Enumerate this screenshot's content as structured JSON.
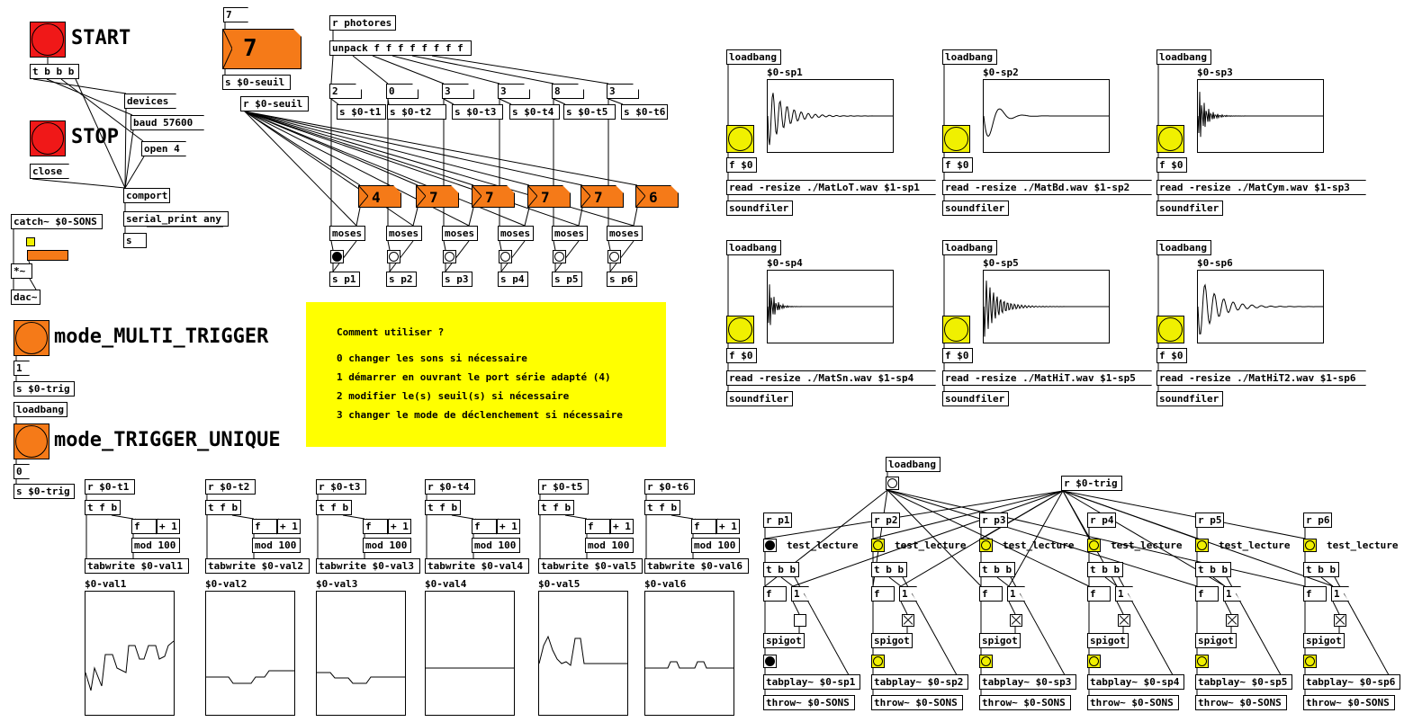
{
  "controls": {
    "start_label": "START",
    "stop_label": "STOP",
    "mode_multi_label": "mode_MULTI_TRIGGER",
    "mode_unique_label": "mode_TRIGGER_UNIQUE",
    "t_bbb": "t b b b",
    "devices": "devices",
    "baud": "baud 57600",
    "open": "open 4",
    "close": "close",
    "comport": "comport",
    "serial_print": "serial_print any",
    "s": "s",
    "catch": "catch~ $0-SONS",
    "mul": "*~",
    "dac": "dac~",
    "msg_one": "1",
    "msg_zero": "0",
    "s_trig_1": "s $0-trig",
    "s_trig_2": "s $0-trig",
    "loadbang_trig": "loadbang"
  },
  "threshold": {
    "msg_value": "7",
    "number_value": "7",
    "s_seuil": "s $0-seuil",
    "r_seuil": "r $0-seuil"
  },
  "photores": {
    "receive": "r photores",
    "unpack": "unpack f f f f f f f f",
    "values": [
      "2",
      "0",
      "3",
      "3",
      "8",
      "3"
    ],
    "sends": [
      "s $0-t1",
      "s $0-t2",
      "s $0-t3",
      "s $0-t4",
      "s $0-t5",
      "s $0-t6"
    ],
    "thresholds": [
      "4",
      "7",
      "7",
      "7",
      "7",
      "6"
    ],
    "moses": "moses",
    "sp": [
      "s p1",
      "s p2",
      "s p3",
      "s p4",
      "s p5",
      "s p6"
    ]
  },
  "help": {
    "title": "Comment utiliser ?",
    "line0": "0 changer les sons si nécessaire",
    "line1": "1 démarrer en ouvrant le port série adapté (4)",
    "line2": "2 modifier le(s) seuil(s) si nécessaire",
    "line3": "3 changer le mode de déclenchement si nécessaire"
  },
  "samples": [
    {
      "loadbang": "loadbang",
      "name": "$0-sp1",
      "f": "f $0",
      "read": "read -resize ./MatLoT.wav $1-sp1",
      "soundfiler": "soundfiler"
    },
    {
      "loadbang": "loadbang",
      "name": "$0-sp2",
      "f": "f $0",
      "read": "read -resize ./MatBd.wav $1-sp2",
      "soundfiler": "soundfiler"
    },
    {
      "loadbang": "loadbang",
      "name": "$0-sp3",
      "f": "f $0",
      "read": "read -resize ./MatCym.wav $1-sp3",
      "soundfiler": "soundfiler"
    },
    {
      "loadbang": "loadbang",
      "name": "$0-sp4",
      "f": "f $0",
      "read": "read -resize ./MatSn.wav $1-sp4",
      "soundfiler": "soundfiler"
    },
    {
      "loadbang": "loadbang",
      "name": "$0-sp5",
      "f": "f $0",
      "read": "read -resize ./MatHiT.wav $1-sp5",
      "soundfiler": "soundfiler"
    },
    {
      "loadbang": "loadbang",
      "name": "$0-sp6",
      "f": "f $0",
      "read": "read -resize ./MatHiT2.wav $1-sp6",
      "soundfiler": "soundfiler"
    }
  ],
  "graphs": [
    {
      "r": "r $0-t1",
      "tfb": "t f b",
      "f": "f",
      "plus": "+ 1",
      "mod": "mod 100",
      "tabwrite": "tabwrite $0-val1",
      "name": "$0-val1"
    },
    {
      "r": "r $0-t2",
      "tfb": "t f b",
      "f": "f",
      "plus": "+ 1",
      "mod": "mod 100",
      "tabwrite": "tabwrite $0-val2",
      "name": "$0-val2"
    },
    {
      "r": "r $0-t3",
      "tfb": "t f b",
      "f": "f",
      "plus": "+ 1",
      "mod": "mod 100",
      "tabwrite": "tabwrite $0-val3",
      "name": "$0-val3"
    },
    {
      "r": "r $0-t4",
      "tfb": "t f b",
      "f": "f",
      "plus": "+ 1",
      "mod": "mod 100",
      "tabwrite": "tabwrite $0-val4",
      "name": "$0-val4"
    },
    {
      "r": "r $0-t5",
      "tfb": "t f b",
      "f": "f",
      "plus": "+ 1",
      "mod": "mod 100",
      "tabwrite": "tabwrite $0-val5",
      "name": "$0-val5"
    },
    {
      "r": "r $0-t6",
      "tfb": "t f b",
      "f": "f",
      "plus": "+ 1",
      "mod": "mod 100",
      "tabwrite": "tabwrite $0-val6",
      "name": "$0-val6"
    }
  ],
  "players": {
    "loadbang": "loadbang",
    "r_trig": "r $0-trig",
    "items": [
      {
        "r": "r p1",
        "test": "test_lecture",
        "tbb": "t b b",
        "f": "f",
        "one": "1",
        "spigot": "spigot",
        "tabplay": "tabplay~ $0-sp1",
        "throw": "throw~ $0-SONS"
      },
      {
        "r": "r p2",
        "test": "test_lecture",
        "tbb": "t b b",
        "f": "f",
        "one": "1",
        "spigot": "spigot",
        "tabplay": "tabplay~ $0-sp2",
        "throw": "throw~ $0-SONS"
      },
      {
        "r": "r p3",
        "test": "test_lecture",
        "tbb": "t b b",
        "f": "f",
        "one": "1",
        "spigot": "spigot",
        "tabplay": "tabplay~ $0-sp3",
        "throw": "throw~ $0-SONS"
      },
      {
        "r": "r p4",
        "test": "test_lecture",
        "tbb": "t b b",
        "f": "f",
        "one": "1",
        "spigot": "spigot",
        "tabplay": "tabplay~ $0-sp4",
        "throw": "throw~ $0-SONS"
      },
      {
        "r": "r p5",
        "test": "test_lecture",
        "tbb": "t b b",
        "f": "f",
        "one": "1",
        "spigot": "spigot",
        "tabplay": "tabplay~ $0-sp5",
        "throw": "throw~ $0-SONS"
      },
      {
        "r": "r p6",
        "test": "test_lecture",
        "tbb": "t b b",
        "f": "f",
        "one": "1",
        "spigot": "spigot",
        "tabplay": "tabplay~ $0-sp6",
        "throw": "throw~ $0-SONS"
      }
    ]
  },
  "colors": {
    "bang_red": "#f01818",
    "bang_orange": "#f57a18",
    "bang_yellow": "#f0f000",
    "note_yellow": "#ffff00"
  }
}
